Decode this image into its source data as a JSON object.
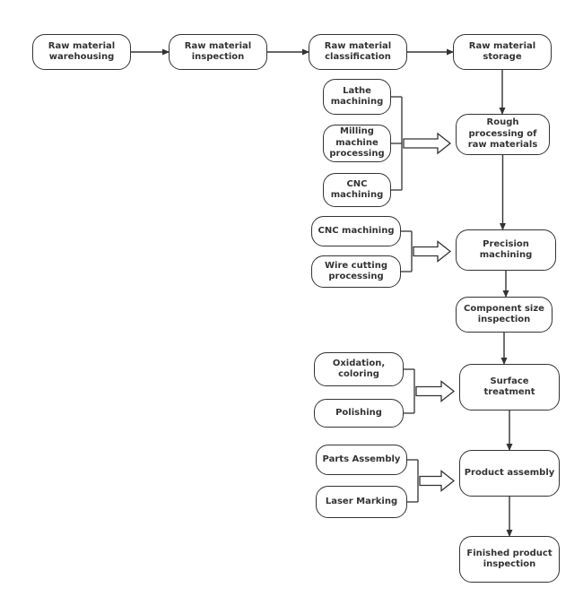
{
  "diagram": {
    "type": "flowchart",
    "line_color": "#333333",
    "nodes": {
      "raw_warehousing": "Raw material\nwarehousing",
      "raw_inspection": "Raw material\ninspection",
      "raw_classification": "Raw material\nclassification",
      "raw_storage": "Raw material\nstorage",
      "lathe": "Lathe\nmachining",
      "milling": "Milling\nmachine\nprocessing",
      "cnc_1": "CNC\nmachining",
      "rough": "Rough\nprocessing of\nraw materials",
      "cnc_2": "CNC machining",
      "wire_cutting": "Wire cutting\nprocessing",
      "precision": "Precision\nmachining",
      "size_inspection": "Component size\ninspection",
      "oxidation": "Oxidation,\ncoloring",
      "polishing": "Polishing",
      "surface": "Surface\ntreatment",
      "parts_assembly": "Parts Assembly",
      "laser_marking": "Laser Marking",
      "product_assembly": "Product assembly",
      "finished_inspection": "Finished product\ninspection"
    },
    "main_flow": [
      "raw_warehousing",
      "raw_inspection",
      "raw_classification",
      "raw_storage",
      "rough",
      "precision",
      "size_inspection",
      "surface",
      "product_assembly",
      "finished_inspection"
    ],
    "input_groups": [
      {
        "inputs": [
          "lathe",
          "milling",
          "cnc_1"
        ],
        "target": "rough"
      },
      {
        "inputs": [
          "cnc_2",
          "wire_cutting"
        ],
        "target": "precision"
      },
      {
        "inputs": [
          "oxidation",
          "polishing"
        ],
        "target": "surface"
      },
      {
        "inputs": [
          "parts_assembly",
          "laser_marking"
        ],
        "target": "product_assembly"
      }
    ]
  }
}
